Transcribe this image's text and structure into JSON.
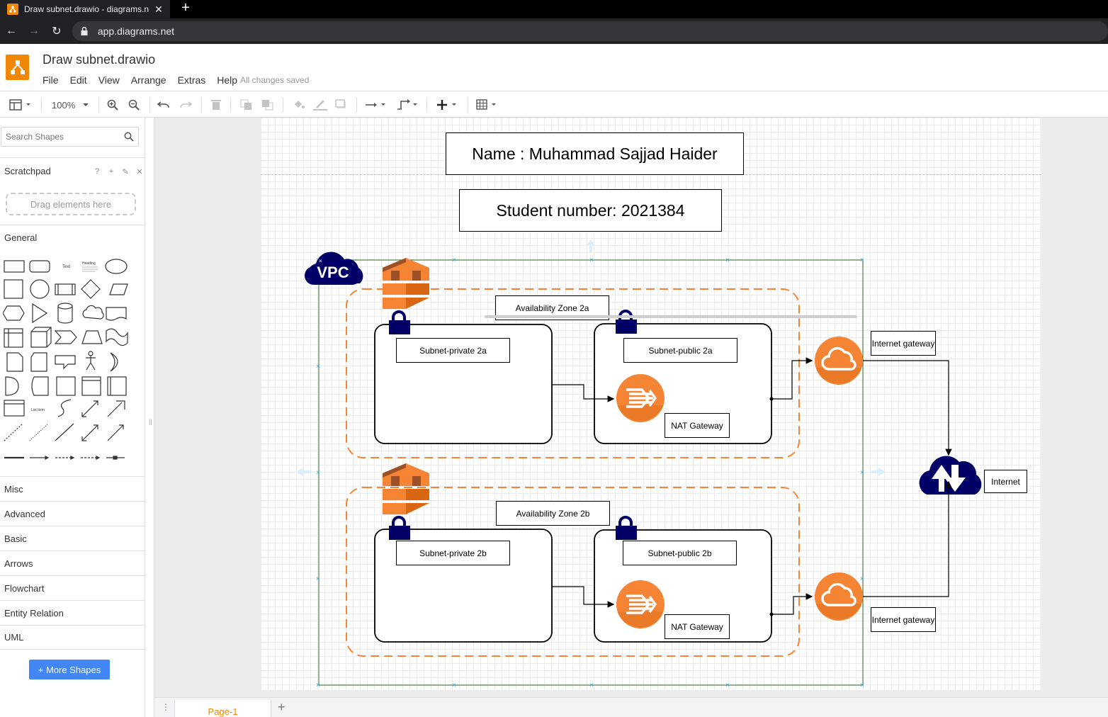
{
  "browser": {
    "tab_title": "Draw subnet.drawio - diagrams.n",
    "url": "app.diagrams.net"
  },
  "app": {
    "doc_title": "Draw subnet.drawio",
    "menus": [
      "File",
      "Edit",
      "View",
      "Arrange",
      "Extras",
      "Help"
    ],
    "save_status": "All changes saved"
  },
  "toolbar": {
    "zoom": "100%"
  },
  "sidebar": {
    "search_placeholder": "Search Shapes",
    "scratchpad": "Scratchpad",
    "scratchpad_tools": [
      "?",
      "+",
      "✎",
      "✕"
    ],
    "dropzone": "Drag elements here",
    "general": "General",
    "categories": [
      "Misc",
      "Advanced",
      "Basic",
      "Arrows",
      "Flowchart",
      "Entity Relation",
      "UML"
    ],
    "more_shapes": "+ More Shapes"
  },
  "diagram": {
    "name_box": "Name : Muhammad Sajjad Haider",
    "student_box": "Student number: 2021384",
    "vpc_label": "VPC",
    "az_a": "Availability Zone 2a",
    "az_b": "Availability Zone 2b",
    "subnet_private_a": "Subnet-private 2a",
    "subnet_public_a": "Subnet-public 2a",
    "subnet_private_b": "Subnet-private 2b",
    "subnet_public_b": "Subnet-public 2b",
    "nat_a": "NAT Gateway",
    "nat_b": "NAT Gateway",
    "igw_a": "Internet gateway",
    "igw_b": "Internet gateway",
    "internet": "Internet",
    "colors": {
      "aws_orange": "#f58534",
      "navy": "#000066",
      "az_border": "#f58534",
      "vpc_border": "#2d6a1f"
    }
  },
  "footer": {
    "page_tab": "Page-1"
  }
}
